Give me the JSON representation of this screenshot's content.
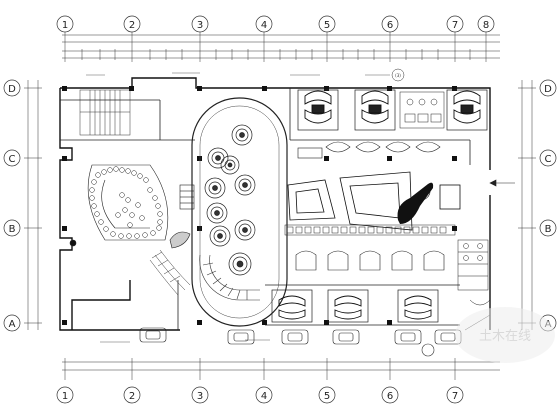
{
  "drawing": {
    "grid_columns": [
      "1",
      "2",
      "3",
      "4",
      "5",
      "6",
      "7",
      "8"
    ],
    "grid_rows": [
      "D",
      "C",
      "B",
      "A"
    ],
    "plan_label": "(3)",
    "logo_text": "土木在线"
  }
}
